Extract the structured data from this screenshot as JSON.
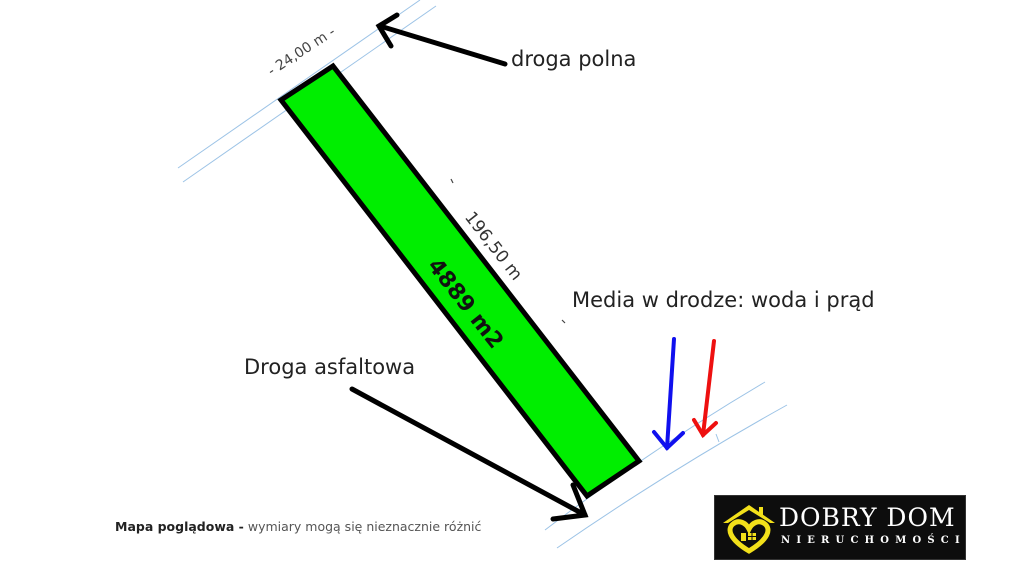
{
  "map": {
    "labels": {
      "field_road": "droga polna",
      "utilities": "Media w drodze: woda i prąd",
      "asphalt_road": "Droga asfaltowa"
    },
    "parcel": {
      "width_dimension": "- 24,00 m -",
      "length_dimension": "196,50 m",
      "area": "4889 m2",
      "fill_color": "#00ee00",
      "stroke_color": "#000000"
    },
    "arrows": {
      "water_color": "#1010ee",
      "power_color": "#ee1010",
      "pointer_color": "#000000"
    },
    "road_line_color": "#9cc3e6"
  },
  "caption": {
    "bold": "Mapa poglądowa -",
    "text": " wymiary  mogą się nieznacznie różnić"
  },
  "logo": {
    "title": "DOBRY DOM",
    "subtitle": "NIERUCHOMOŚCI",
    "accent_color": "#f2e01a",
    "background": "#0d0d0d"
  }
}
